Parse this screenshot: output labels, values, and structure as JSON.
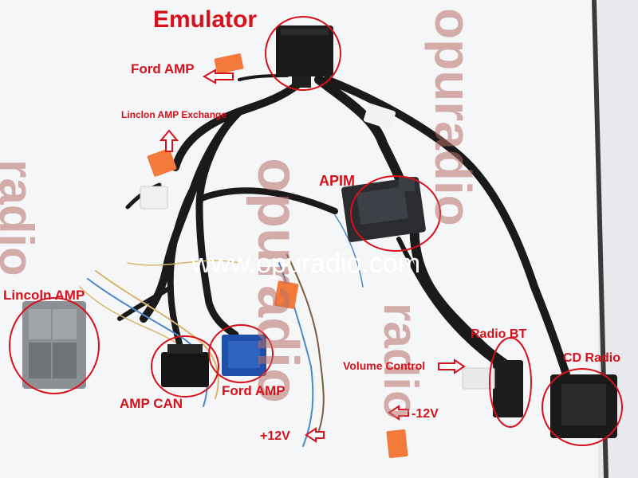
{
  "image": {
    "description_labels": {
      "emulator": "Emulator",
      "ford_amp_top": "Ford AMP",
      "lincoln_amp_exchange": "Linclon AMP Exchange",
      "apim": "APIM",
      "lincoln_amp": "Lincoln AMP",
      "amp_can": "AMP CAN",
      "ford_amp_bottom": "Ford AMP",
      "radio_bt": "Radio BT",
      "cd_radio": "CD Radio",
      "volume_control": "Volume Control",
      "minus_12v": "-12V",
      "plus_12v": "+12V"
    },
    "watermarks": {
      "url": "www.opuradio.com",
      "brand_center": "opuradio",
      "brand_top_right": "opuradio",
      "brand_left": "radio",
      "brand_right": "radio"
    },
    "colors": {
      "annotation_red": "#d8101a",
      "wire_black": "#1a1a1a",
      "connector_blue": "#1f4fa6",
      "connector_gray": "#8c8f93",
      "tag_orange": "#f47a3c"
    }
  }
}
